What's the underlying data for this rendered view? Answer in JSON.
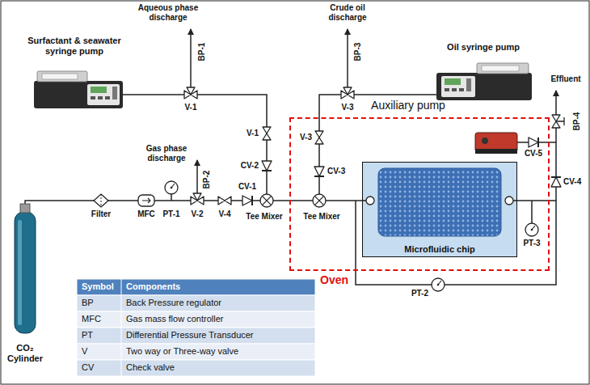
{
  "diagram": {
    "nodes": [
      {
        "text": [
          "Oven"
        ]
      },
      {
        "text": [
          "Microfluidic chip"
        ],
        "in": 0
      }
    ],
    "labels": [
      "Aqueous phase discharge",
      "BP-1",
      "Surfactant & seawater syringe pump",
      "V-1",
      "Crude oil discharge",
      "BP-3",
      "Oil syringe pump",
      "V-3",
      "V-1",
      "CV-2",
      "V-3",
      "CV-3",
      "Auxiliary pump",
      "Effluent",
      "BP-4",
      "CV-5",
      "CV-4",
      "Gas phase discharge",
      "BP-2",
      "Filter",
      "MFC",
      "PT-1",
      "V-2",
      "V-4",
      "CV-1",
      "Tee Mixer",
      "Tee Mixer",
      "PT-3",
      "PT-2",
      "CO₂ Cylinder",
      "Symbol",
      "Components",
      "BP",
      "Back Pressure regulator",
      "MFC",
      "Gas mass flow controller",
      "PT",
      "Differential Pressure Transducer",
      "V",
      "Two way or Three-way valve",
      "CV",
      "Check valve"
    ]
  }
}
